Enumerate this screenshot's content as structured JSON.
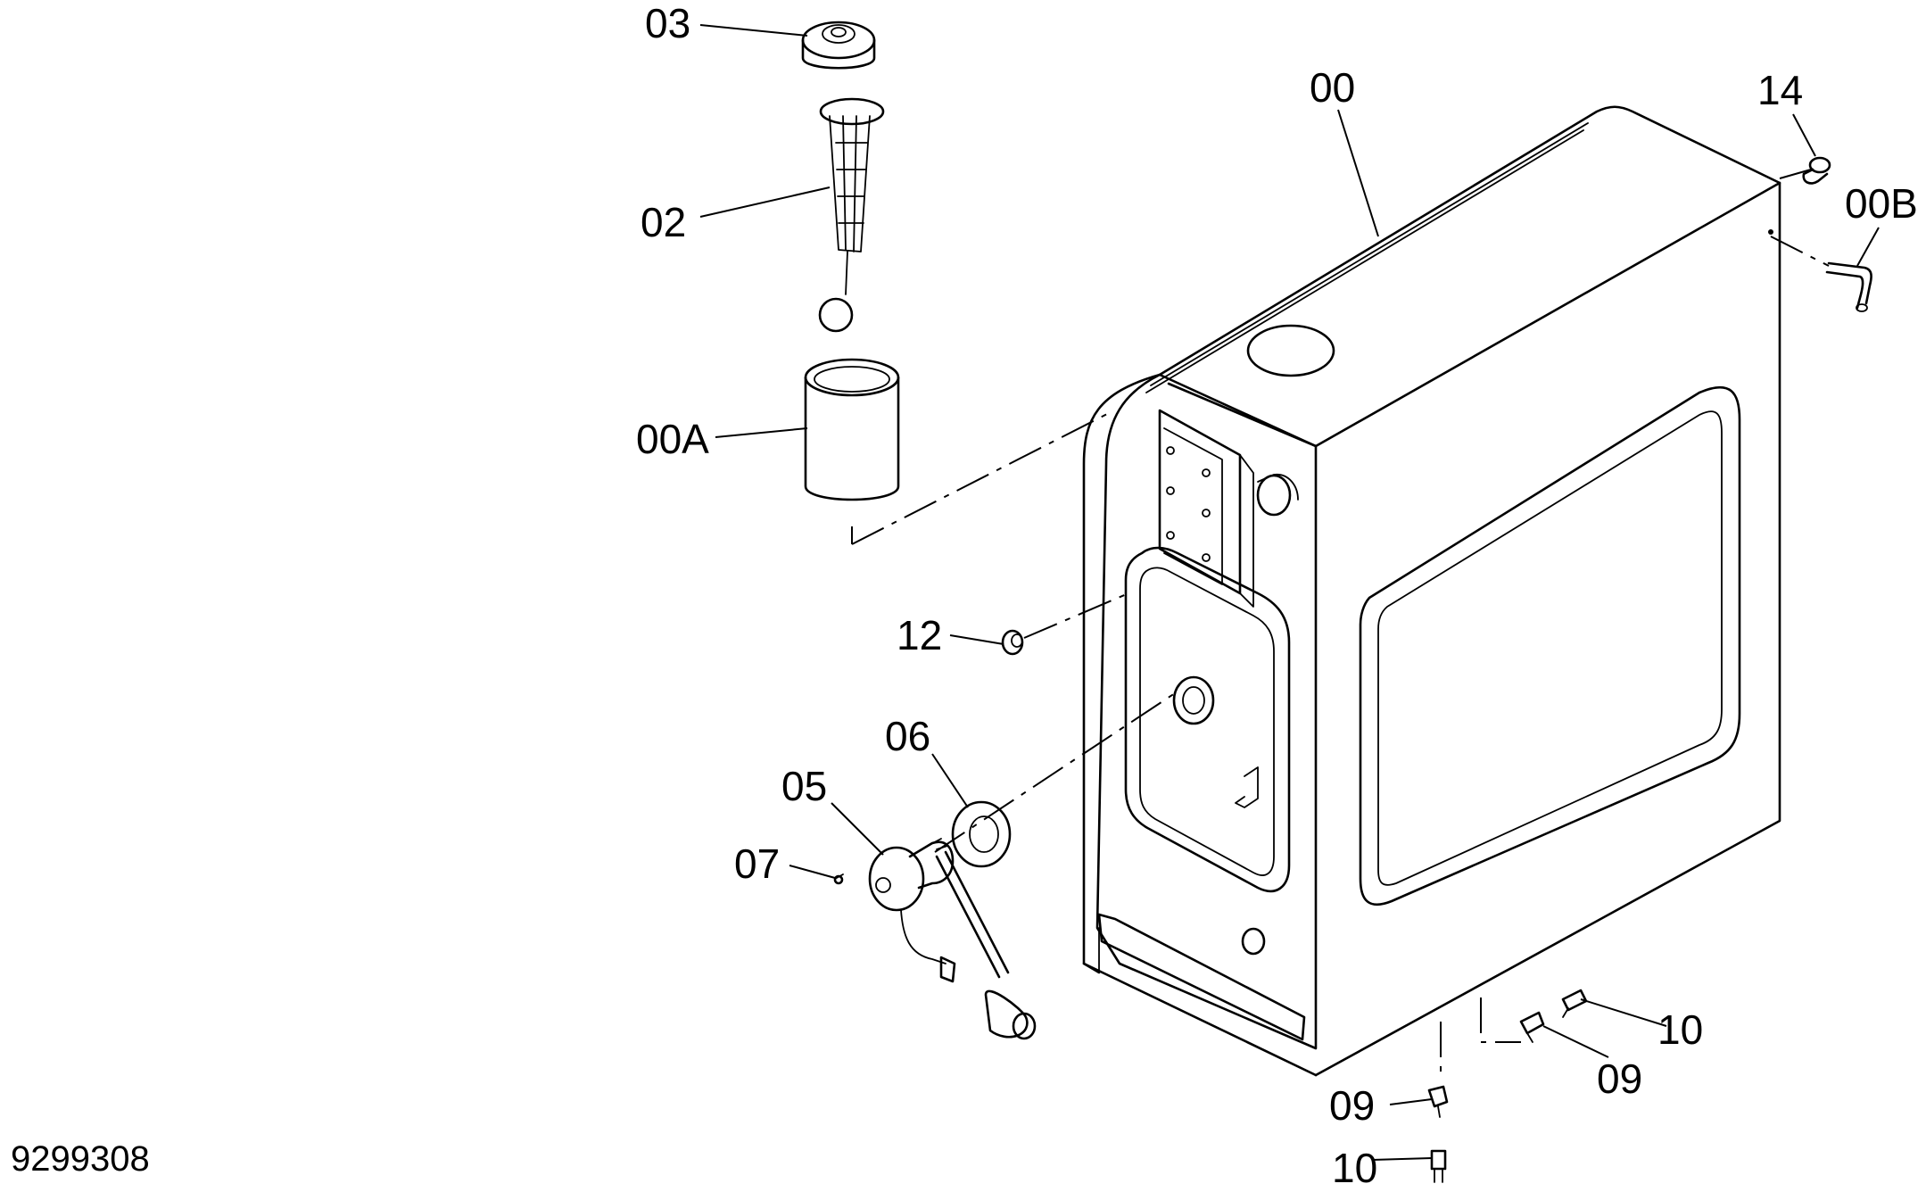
{
  "figure_id": "9299308",
  "callouts": {
    "tank": "00",
    "tank_insert": "00A",
    "tube": "00B",
    "strainer": "02",
    "cap": "03",
    "fuel_sender": "05",
    "gasket": "06",
    "screw": "07",
    "elbow_1": "09",
    "elbow_2": "09",
    "plug_1": "10",
    "plug_2": "10",
    "nut": "12",
    "fitting": "14"
  }
}
